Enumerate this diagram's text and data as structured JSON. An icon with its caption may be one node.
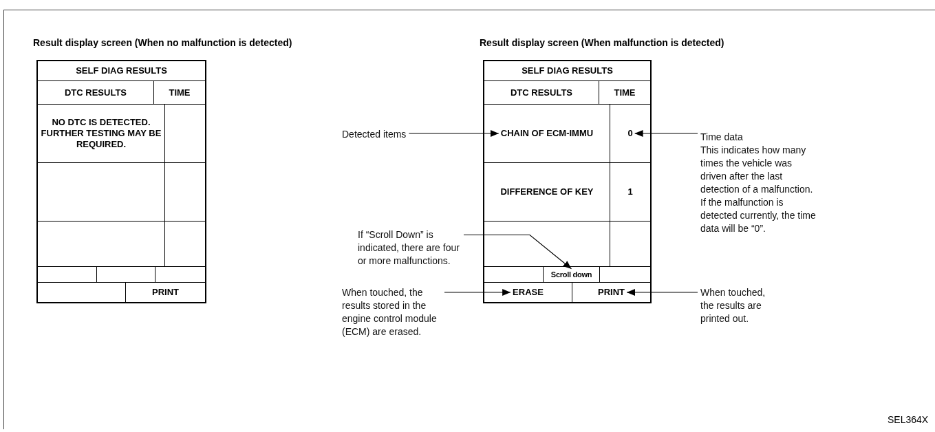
{
  "diagram": {
    "nodes": [
      {
        "text": [
          "Result display screen (When no malfunction is detected)"
        ]
      },
      {
        "text": [
          "SELF DIAG RESULTS"
        ],
        "in": 0
      },
      {
        "text": [
          "DTC RESULTS"
        ],
        "in": 0
      },
      {
        "text": [
          "TIME"
        ],
        "in": 0
      },
      {
        "text": [
          "NO DTC IS DETECTED. FURTHER TESTING MAY BE REQUIRED."
        ],
        "in": 0
      },
      {
        "text": [
          "PRINT"
        ],
        "in": 0
      },
      {
        "text": [
          "Result display screen (When malfunction is detected)"
        ]
      },
      {
        "text": [
          "SELF DIAG RESULTS"
        ],
        "in": 6
      },
      {
        "text": [
          "DTC RESULTS"
        ],
        "in": 6
      },
      {
        "text": [
          "TIME"
        ],
        "in": 6
      },
      {
        "text": [
          "CHAIN OF ECM-IMMU"
        ],
        "in": 6
      },
      {
        "text": [
          "0"
        ],
        "in": 6
      },
      {
        "text": [
          "DIFFERENCE OF KEY"
        ],
        "in": 6
      },
      {
        "text": [
          "1"
        ],
        "in": 6
      },
      {
        "text": [
          "Scroll down"
        ],
        "in": 6
      },
      {
        "text": [
          "ERASE"
        ],
        "in": 6
      },
      {
        "text": [
          "PRINT"
        ],
        "in": 6
      },
      {
        "text": [
          "Detected items"
        ]
      },
      {
        "text": [
          "Time data",
          "This indicates how many times the vehicle was driven after the last detection of a malfunction. If the malfunction is detected currently, the time data will be “0”."
        ]
      },
      {
        "text": [
          "If “Scroll Down” is indicated, there are four or more malfunctions."
        ]
      },
      {
        "text": [
          "When touched, the results stored in the engine control module (ECM) are erased."
        ]
      },
      {
        "text": [
          "When touched, the results are printed out."
        ]
      }
    ],
    "edges": [
      {
        "from": 17,
        "to": 10,
        "arrow": "to"
      },
      {
        "from": 18,
        "to": 11,
        "arrow": "to"
      },
      {
        "from": 19,
        "to": 14,
        "arrow": "to"
      },
      {
        "from": 20,
        "to": 15,
        "arrow": "to"
      },
      {
        "from": 21,
        "to": 16,
        "arrow": "to"
      }
    ],
    "labels": [
      "SEL364X"
    ]
  }
}
